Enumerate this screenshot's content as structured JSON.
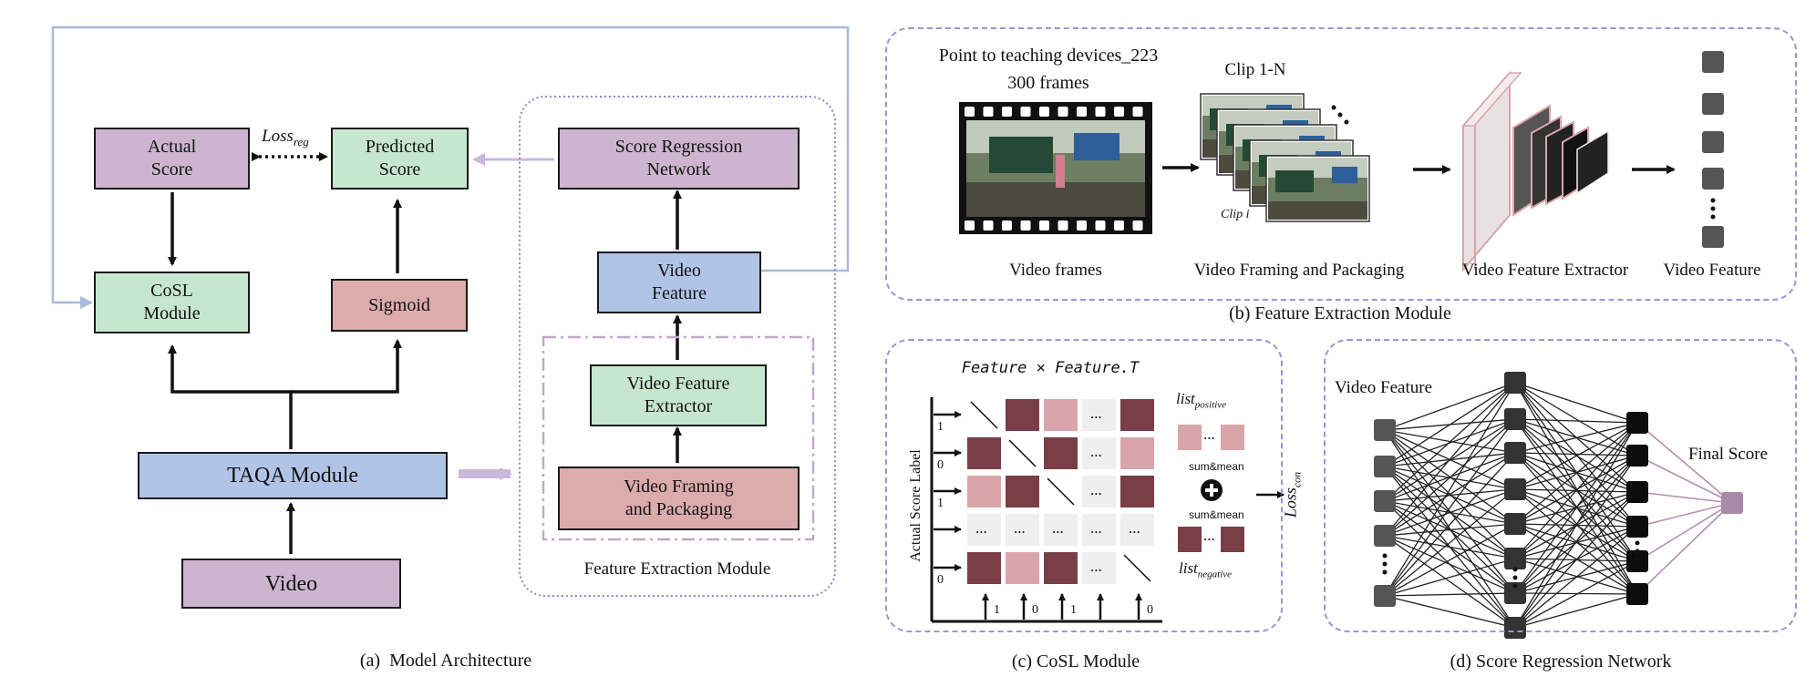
{
  "colors": {
    "purple": "#cdb5cf",
    "green": "#c7e6cf",
    "blue": "#b0c4e8",
    "red": "#dcabab",
    "dark_cell": "#7a3e46",
    "light_cell": "#d9a5aa",
    "grey_cell": "#efefef",
    "border_violet": "#9c95d8",
    "arrow_light": "#aab9db"
  },
  "architecture": {
    "actual_score": "Actual\nScore",
    "predicted_score": "Predicted\nScore",
    "loss_reg": "Loss",
    "loss_reg_sub": "reg",
    "cosl_module": "CoSL\nModule",
    "sigmoid": "Sigmoid",
    "taqa_module": "TAQA Module",
    "video": "Video",
    "score_regression_network": "Score Regression\nNetwork",
    "video_feature": "Video\nFeature",
    "video_feature_extractor": "Video Feature\nExtractor",
    "video_framing_packaging": "Video Framing\nand Packaging",
    "feature_extraction_module": "Feature Extraction Module",
    "caption": "(a)  Model Architecture"
  },
  "feature_extraction": {
    "sample_title": "Point to teaching devices_223",
    "frames_count": "300 frames",
    "clip_range": "Clip 1-N",
    "clip_i": "Clip i",
    "video_frames": "Video frames",
    "framing_packaging": "Video Framing and Packaging",
    "extractor": "Video Feature Extractor",
    "video_feature": "Video Feature",
    "caption": "(b) Feature Extraction Module"
  },
  "cosl": {
    "title": "Feature × Feature.T",
    "y_axis": "Actual Score Label",
    "row_labels": [
      "1",
      "0",
      "1",
      "0"
    ],
    "col_labels": [
      "1",
      "0",
      "1",
      "0"
    ],
    "dots": "...",
    "list_positive": "list",
    "list_positive_sub": "positive",
    "list_negative": "list",
    "list_negative_sub": "negative",
    "sum_mean_top": "sum&mean",
    "sum_mean_bottom": "sum&mean",
    "loss_con": "Loss",
    "loss_con_sub": "con",
    "caption": "(c) CoSL Module"
  },
  "regression": {
    "input_label": "Video Feature",
    "output_label": "Final Score",
    "caption": "(d) Score Regression Network"
  }
}
